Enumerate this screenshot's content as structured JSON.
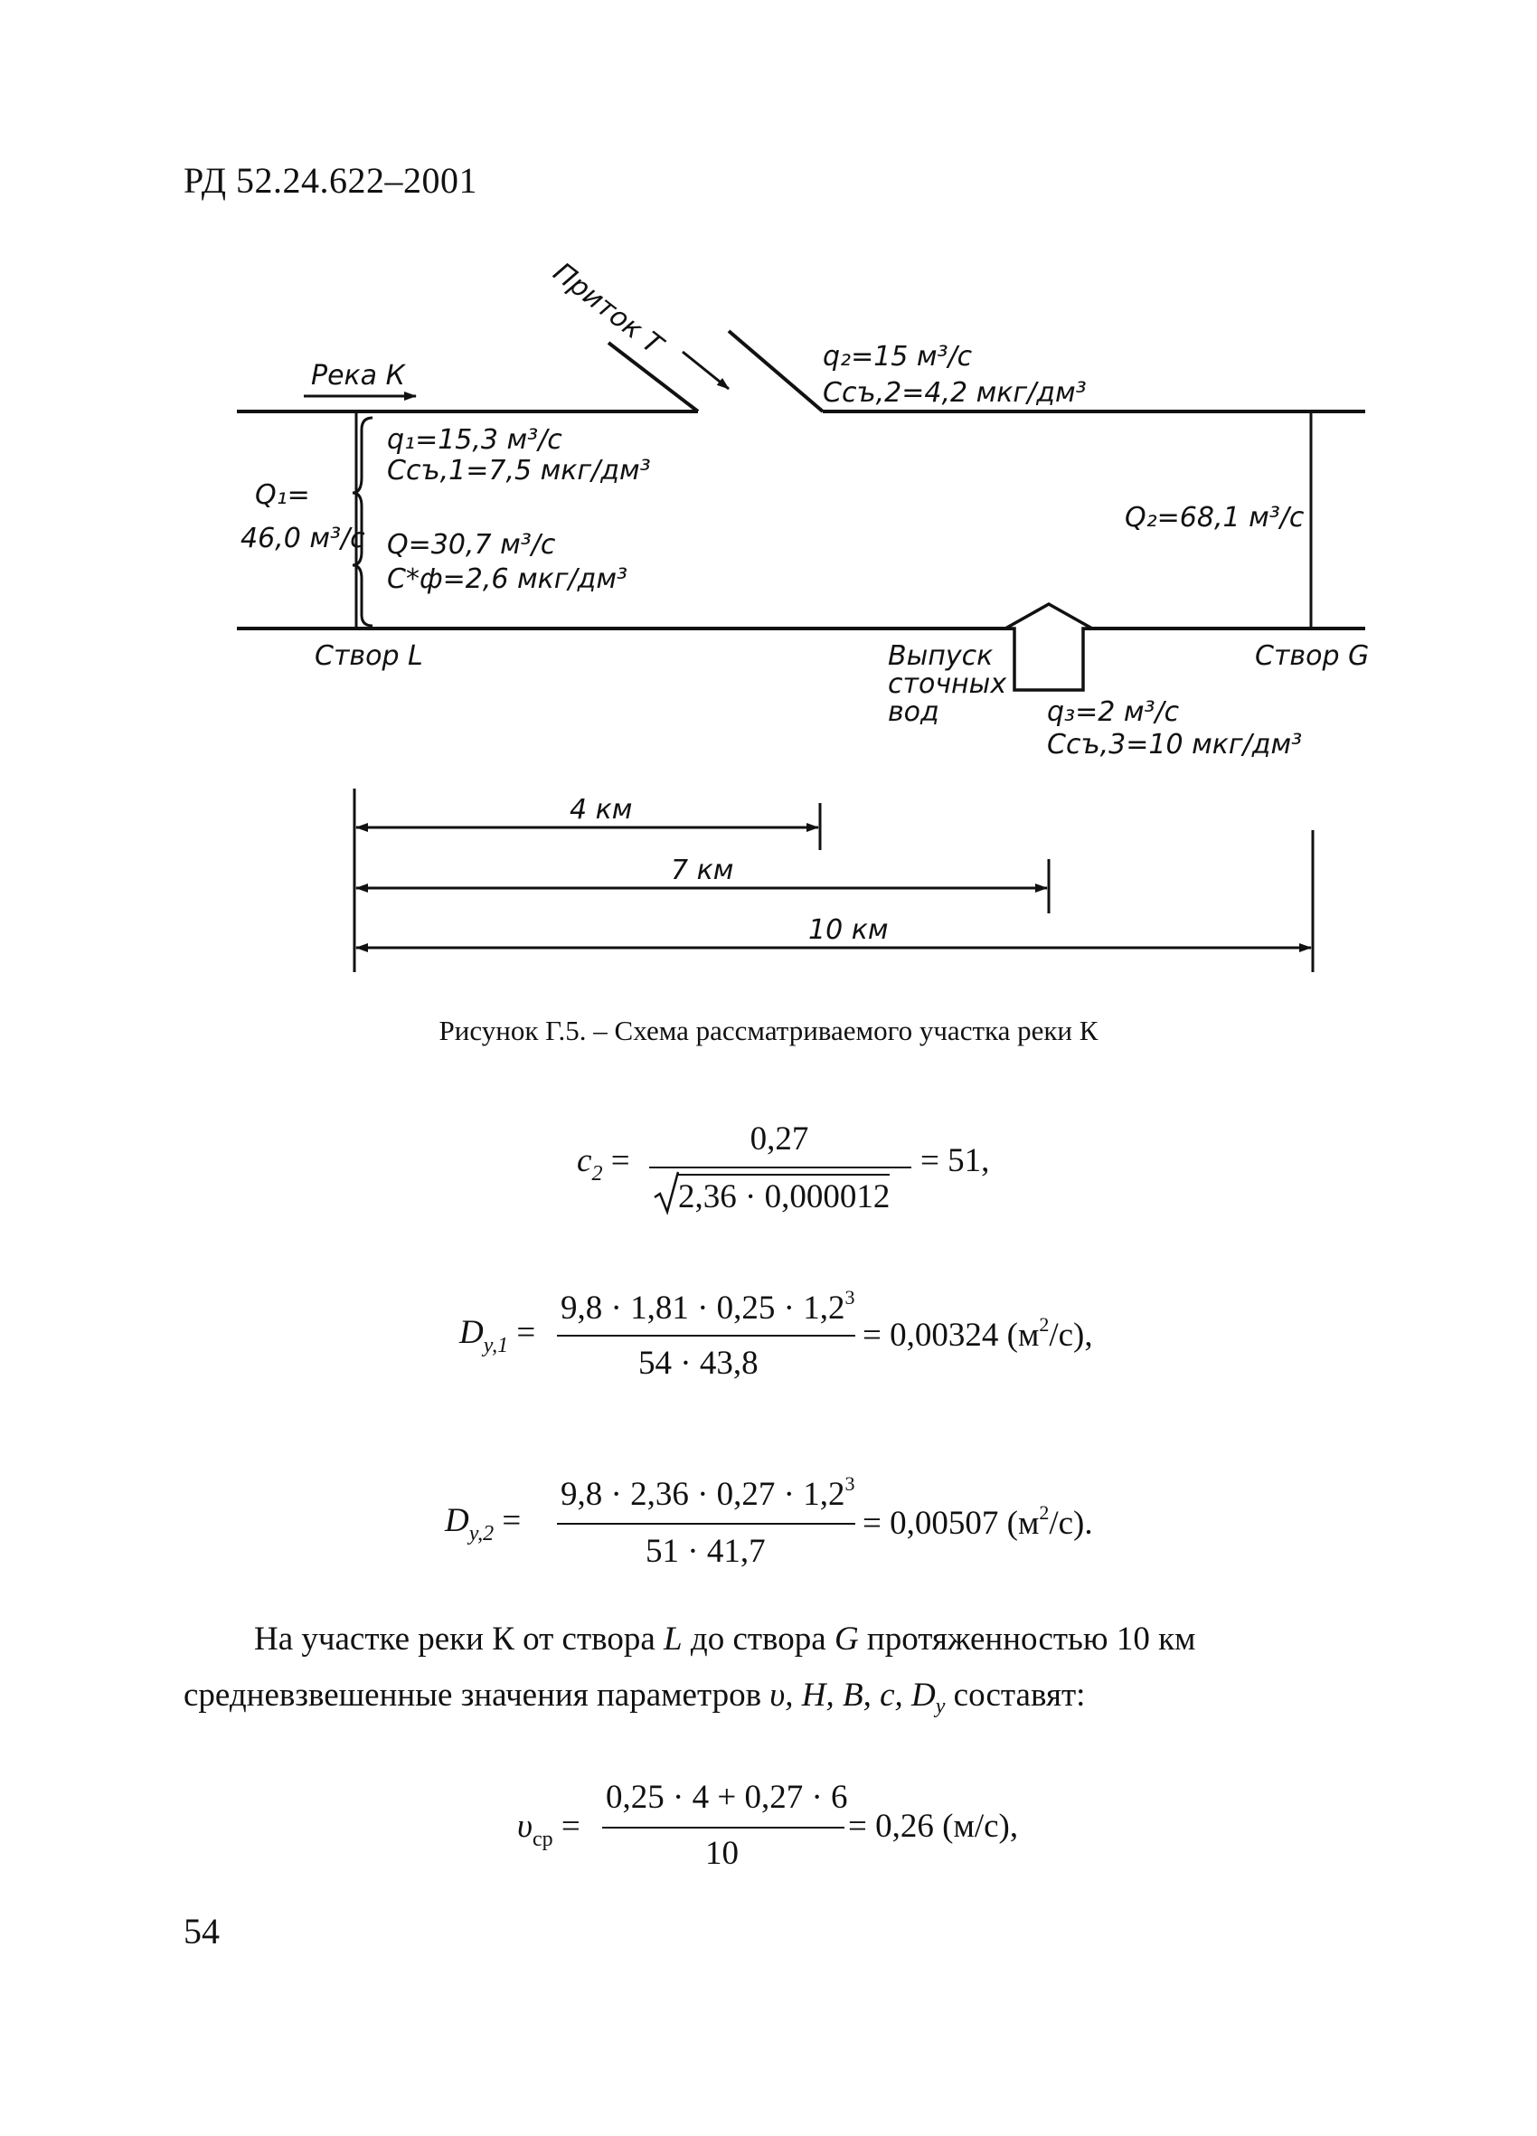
{
  "header": {
    "code": "РД 52.24.622–2001"
  },
  "diagram": {
    "tributary_label": "Приток Т",
    "river_label": "Река К",
    "q1_flow": "q₁=15,3 м³/с",
    "q1_conc": "Cсъ,1=7,5 мкг/дм³",
    "Q1_label_top": "Q₁=",
    "Q1_label_bottom": "46,0 м³/с",
    "q_flow": "Q=30,7 м³/с",
    "cf_conc": "C*ф=2,6 мкг/дм³",
    "q2_flow": "q₂=15 м³/с",
    "q2_conc": "Cсъ,2=4,2 мкг/дм³",
    "Q2_label": "Q₂=68,1 м³/с",
    "section_L": "Створ L",
    "section_G": "Створ G",
    "outlet_line1": "Выпуск",
    "outlet_line2": "сточных",
    "outlet_line3": "вод",
    "q3_flow": "q₃=2 м³/с",
    "q3_conc": "Cсъ,3=10 мкг/дм³",
    "dim_4": "4 км",
    "dim_7": "7 км",
    "dim_10": "10 км"
  },
  "caption": "Рисунок Г.5. – Схема рассматриваемого участка реки К",
  "formula_c2": {
    "lhs": "c",
    "lhs_sub": "2",
    "numerator": "0,27",
    "denominator": "2,36 · 0,000012",
    "result": "= 51,"
  },
  "formula_dy1": {
    "lhs": "D",
    "lhs_sub": "y,1",
    "numerator": "9,8 · 1,81 · 0,25 · 1,2",
    "num_sup": "3",
    "denominator": "54 · 43,8",
    "result": "= 0,00324 (м",
    "result_sup": "2",
    "result_tail": "/с),"
  },
  "formula_dy2": {
    "lhs": "D",
    "lhs_sub": "y,2",
    "numerator": "9,8 · 2,36 · 0,27 · 1,2",
    "num_sup": "3",
    "denominator": "51 · 41,7",
    "result": "= 0,00507 (м",
    "result_sup": "2",
    "result_tail": "/с)."
  },
  "paragraph": {
    "line1_a": "На участке реки К от створа ",
    "line1_L": "L",
    "line1_b": " до створа ",
    "line1_G": "G",
    "line1_c": " протяженностью 10 км",
    "line2_a": "средневзвешенные значения параметров ",
    "line2_vars": "υ, H, B, c, D",
    "line2_sub": "y",
    "line2_b": " составят:"
  },
  "formula_v": {
    "lhs": "υ",
    "lhs_sub": "ср",
    "numerator": "0,25 · 4 + 0,27 · 6",
    "denominator": "10",
    "result": "= 0,26 (м/с),"
  },
  "page_number": "54"
}
